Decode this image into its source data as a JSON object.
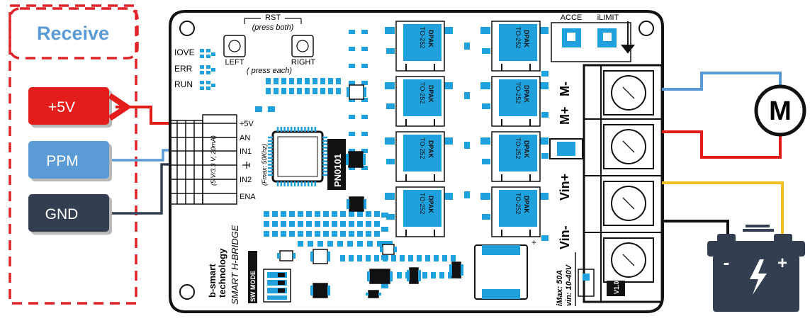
{
  "receive_panel": {
    "title": "Receive"
  },
  "signals": [
    {
      "label": "+5V"
    },
    {
      "label": "PPM"
    },
    {
      "label": "GND"
    }
  ],
  "board": {
    "reset": {
      "title": "RST",
      "hint_both": "(press  both)",
      "hint_each": "( press each)",
      "left": "LEFT",
      "right": "RIGHT"
    },
    "leds": [
      "IOVE",
      "ERR",
      "RUN"
    ],
    "header_pins": [
      "+5V",
      "AN",
      "IN1",
      "IN2",
      "ENA"
    ],
    "pin_note_1": "(5 V/3.3 V, 20mA)",
    "pin_note_2": "(Fmax: 50Khz)",
    "chip_label": "PN0101",
    "mosfet_top": "DPAK",
    "mosfet_bottom": "TO-252",
    "top_labels": {
      "acce": "ACCE",
      "ilimit": "iLIMIT"
    },
    "terminals": {
      "m_minus": "M-",
      "m_plus": "M+",
      "vin_plus": "Vin+",
      "vin_minus": "Vin-"
    },
    "brand": {
      "line1": "b-smart",
      "line2": "technology",
      "product": "SMART H-BRIDGE",
      "sw_mode": "SW MODE"
    },
    "ratings": {
      "imax": "iMax: 50A",
      "vin": "vin: 10-40V"
    },
    "version": "V1.0"
  },
  "motor": {
    "symbol": "M"
  },
  "battery": {
    "minus": "-",
    "plus": "+"
  },
  "colors": {
    "receive_border": "#e0242a",
    "receive_text": "#5b9bd5",
    "vcc_box": "#e31c1c",
    "ppm_box": "#5b9bd5",
    "gnd_box": "#333f50",
    "wire_red": "#e31c1c",
    "wire_blue": "#5b9bd5",
    "wire_dark": "#333f50",
    "wire_yellow": "#f0c020",
    "pcb_blue": "#1ea1dc"
  }
}
